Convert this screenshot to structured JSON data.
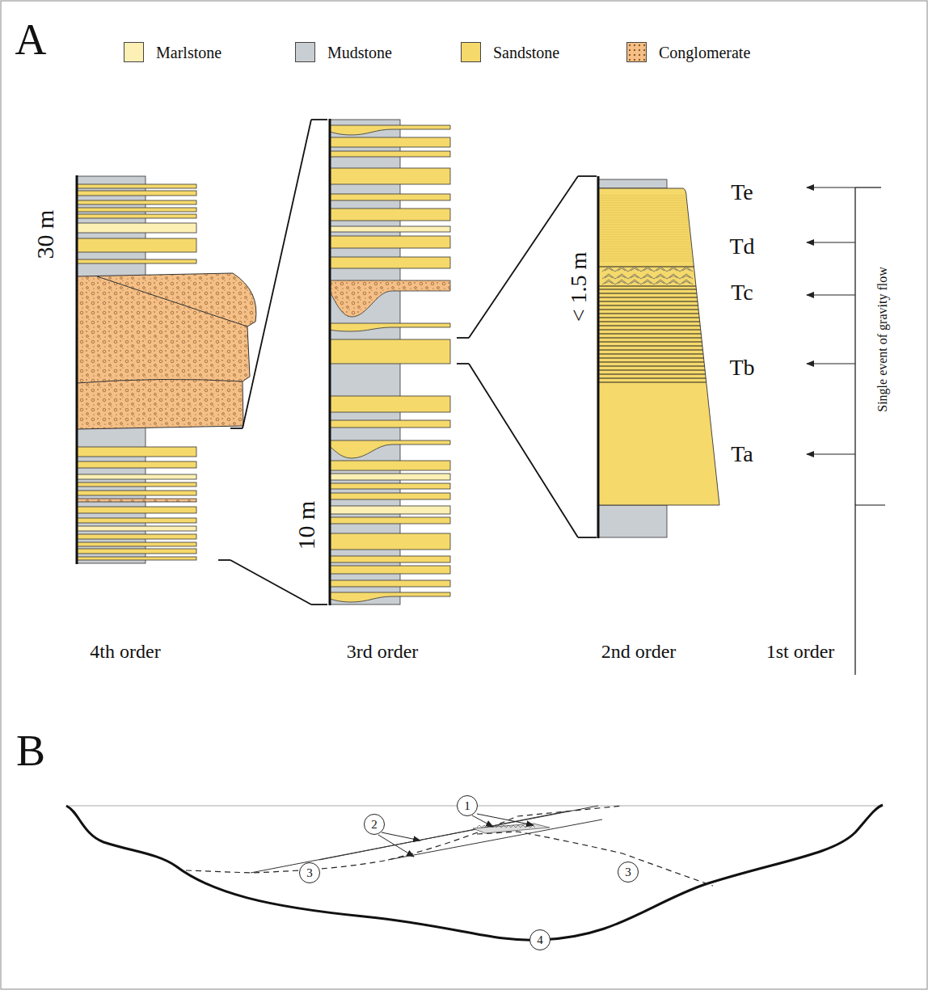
{
  "diagram": {
    "nodes": [
      {
        "text": [
          "1"
        ]
      },
      {
        "text": [
          "2"
        ]
      },
      {
        "text": [
          "3"
        ]
      },
      {
        "text": [
          "3"
        ]
      },
      {
        "text": [
          "4"
        ]
      }
    ],
    "labels": [
      "A",
      "30 m",
      "10 m",
      "< 1.5 m",
      "Te",
      "Td",
      "Tc",
      "Tb",
      "Ta",
      "Single event of gravity flow",
      "4th order",
      "3rd order",
      "2nd order",
      "1st order",
      "B"
    ],
    "legend": [
      {
        "text": "Marlstone",
        "color": "#fcf0b4"
      },
      {
        "text": "Mudstone",
        "color": "#c9ced2"
      },
      {
        "text": "Sandstone",
        "color": "#f5d96b"
      },
      {
        "text": "Conglomerate"
      }
    ]
  }
}
